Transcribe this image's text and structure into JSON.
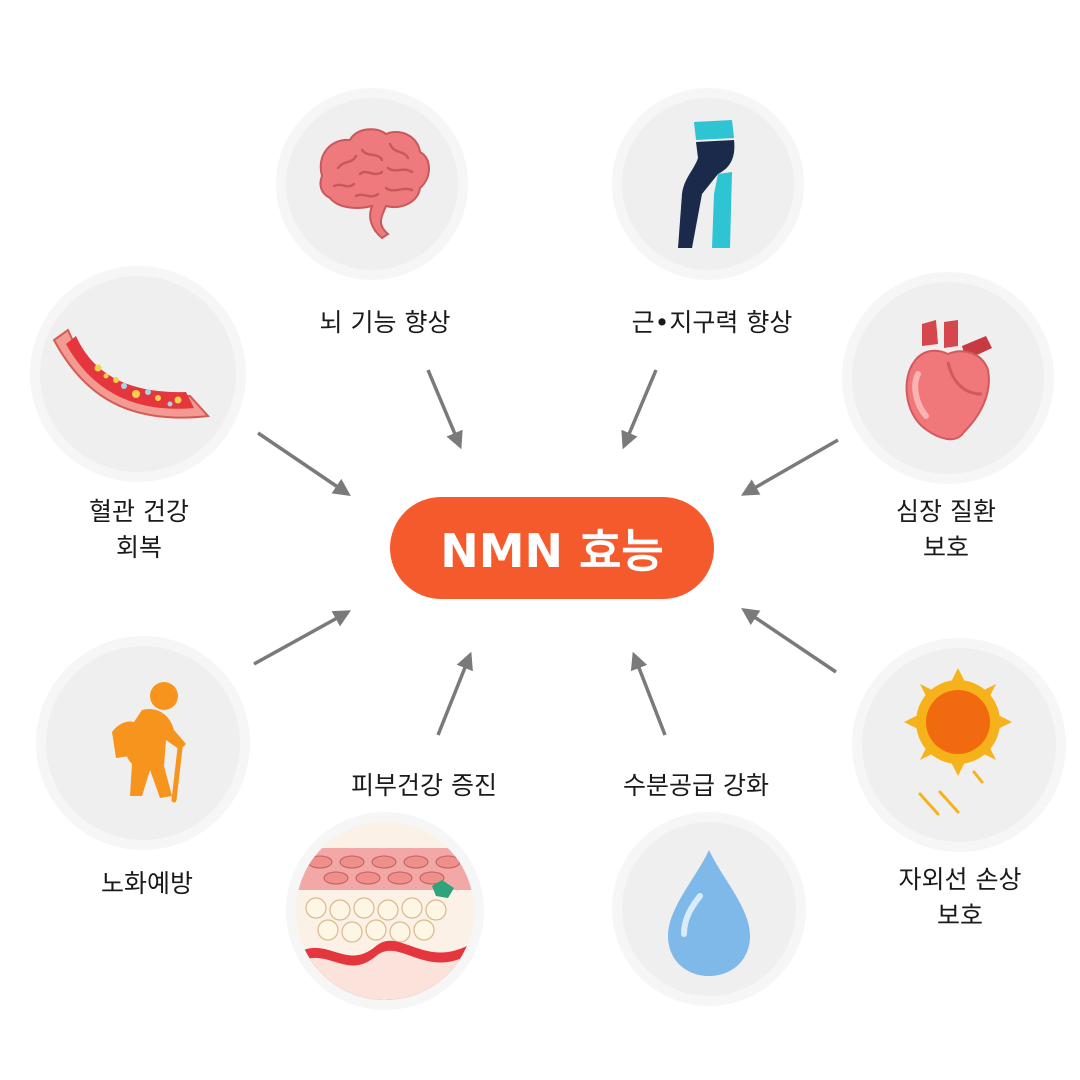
{
  "center": {
    "title": "NMN 효능"
  },
  "benefits": {
    "brain": {
      "label": "뇌 기능 향상",
      "icon": "brain-icon"
    },
    "muscle": {
      "label": "근•지구력 향상",
      "icon": "leg-muscle-icon"
    },
    "vessel": {
      "label_line1": "혈관 건강",
      "label_line2": "회복",
      "icon": "blood-vessel-icon"
    },
    "heart": {
      "label_line1": "심장 질환",
      "label_line2": "보호",
      "icon": "heart-icon"
    },
    "aging": {
      "label": "노화예방",
      "icon": "elderly-person-icon"
    },
    "skin": {
      "label": "피부건강 증진",
      "icon": "skin-layers-icon"
    },
    "water": {
      "label": "수분공급 강화",
      "icon": "water-drop-icon"
    },
    "uv": {
      "label_line1": "자외선 손상",
      "label_line2": "보호",
      "icon": "sun-icon"
    }
  },
  "colors": {
    "accent": "#f55a2c",
    "arrow": "#7a7a7a",
    "circle": "#efefef"
  }
}
